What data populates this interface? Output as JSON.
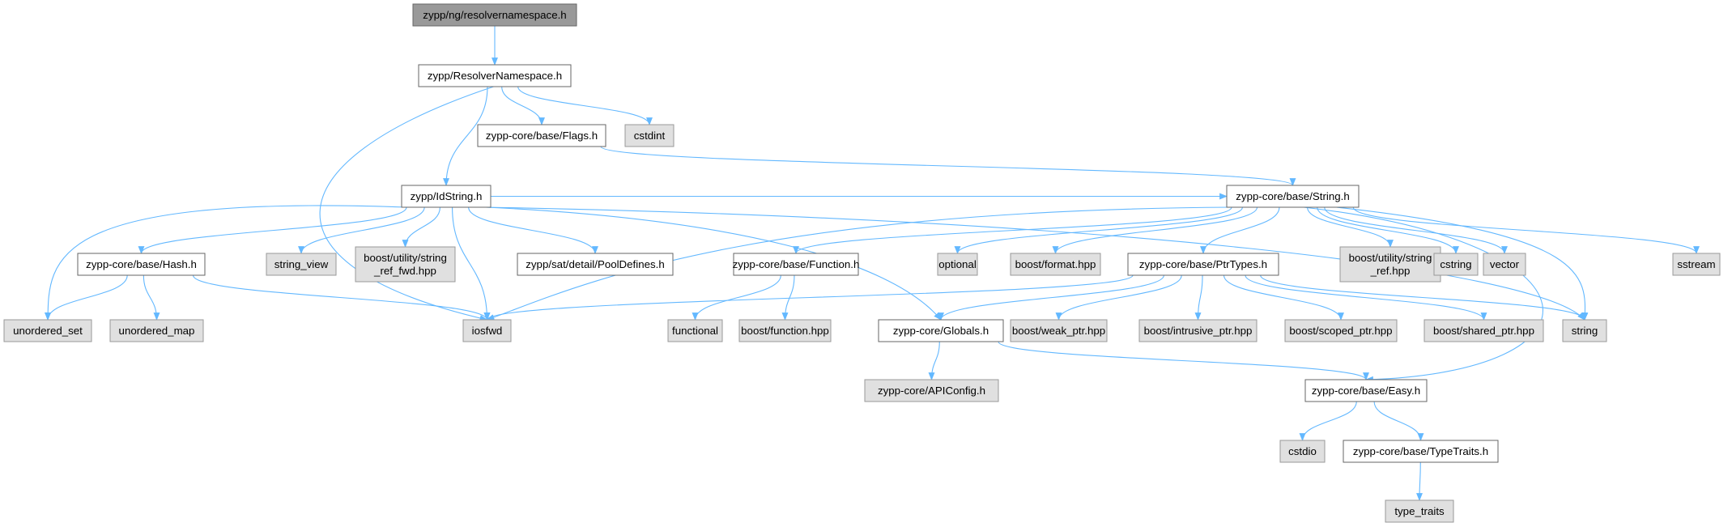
{
  "diagram": {
    "type": "include-dependency-graph",
    "colors": {
      "root_fill": "#999999",
      "root_stroke": "#666666",
      "documented_fill": "#ffffff",
      "documented_stroke": "#666666",
      "external_fill": "#e0e0e0",
      "external_stroke": "#999999",
      "edge": "#63b8ff"
    },
    "nodes": [
      {
        "id": "root",
        "label": "zypp/ng/resolvernamespace.h",
        "kind": "root"
      },
      {
        "id": "resolverns",
        "label": "zypp/ResolverNamespace.h",
        "kind": "documented"
      },
      {
        "id": "flags",
        "label": "zypp-core/base/Flags.h",
        "kind": "documented"
      },
      {
        "id": "cstdint",
        "label": "cstdint",
        "kind": "external"
      },
      {
        "id": "idstring",
        "label": "zypp/IdString.h",
        "kind": "documented"
      },
      {
        "id": "stringh",
        "label": "zypp-core/base/String.h",
        "kind": "documented"
      },
      {
        "id": "hash",
        "label": "zypp-core/base/Hash.h",
        "kind": "documented"
      },
      {
        "id": "string_view",
        "label": "string_view",
        "kind": "external"
      },
      {
        "id": "string_ref_fwd",
        "label": "boost/utility/string\n_ref_fwd.hpp",
        "kind": "external"
      },
      {
        "id": "pooldefines",
        "label": "zypp/sat/detail/PoolDefines.h",
        "kind": "documented"
      },
      {
        "id": "function",
        "label": "zypp-core/base/Function.h",
        "kind": "documented"
      },
      {
        "id": "optional",
        "label": "optional",
        "kind": "external"
      },
      {
        "id": "boost_format",
        "label": "boost/format.hpp",
        "kind": "external"
      },
      {
        "id": "ptrtypes",
        "label": "zypp-core/base/PtrTypes.h",
        "kind": "documented"
      },
      {
        "id": "string_ref",
        "label": "boost/utility/string\n_ref.hpp",
        "kind": "external"
      },
      {
        "id": "cstring",
        "label": "cstring",
        "kind": "external"
      },
      {
        "id": "vector",
        "label": "vector",
        "kind": "external"
      },
      {
        "id": "sstream",
        "label": "sstream",
        "kind": "external"
      },
      {
        "id": "unordered_set",
        "label": "unordered_set",
        "kind": "external"
      },
      {
        "id": "unordered_map",
        "label": "unordered_map",
        "kind": "external"
      },
      {
        "id": "iosfwd",
        "label": "iosfwd",
        "kind": "external"
      },
      {
        "id": "functional",
        "label": "functional",
        "kind": "external"
      },
      {
        "id": "boost_function",
        "label": "boost/function.hpp",
        "kind": "external"
      },
      {
        "id": "globals",
        "label": "zypp-core/Globals.h",
        "kind": "documented"
      },
      {
        "id": "weak_ptr",
        "label": "boost/weak_ptr.hpp",
        "kind": "external"
      },
      {
        "id": "intrusive_ptr",
        "label": "boost/intrusive_ptr.hpp",
        "kind": "external"
      },
      {
        "id": "scoped_ptr",
        "label": "boost/scoped_ptr.hpp",
        "kind": "external"
      },
      {
        "id": "shared_ptr",
        "label": "boost/shared_ptr.hpp",
        "kind": "external"
      },
      {
        "id": "string",
        "label": "string",
        "kind": "external"
      },
      {
        "id": "apiconfig",
        "label": "zypp-core/APIConfig.h",
        "kind": "external"
      },
      {
        "id": "easy",
        "label": "zypp-core/base/Easy.h",
        "kind": "documented"
      },
      {
        "id": "cstdio",
        "label": "cstdio",
        "kind": "external"
      },
      {
        "id": "typetraits",
        "label": "zypp-core/base/TypeTraits.h",
        "kind": "documented"
      },
      {
        "id": "type_traits",
        "label": "type_traits",
        "kind": "external"
      }
    ],
    "edges": [
      [
        "root",
        "resolverns"
      ],
      [
        "resolverns",
        "flags"
      ],
      [
        "resolverns",
        "cstdint"
      ],
      [
        "resolverns",
        "idstring"
      ],
      [
        "resolverns",
        "iosfwd"
      ],
      [
        "flags",
        "stringh"
      ],
      [
        "idstring",
        "hash"
      ],
      [
        "idstring",
        "string_view"
      ],
      [
        "idstring",
        "string_ref_fwd"
      ],
      [
        "idstring",
        "pooldefines"
      ],
      [
        "idstring",
        "iosfwd"
      ],
      [
        "idstring",
        "unordered_set"
      ],
      [
        "idstring",
        "globals"
      ],
      [
        "idstring",
        "string"
      ],
      [
        "idstring",
        "stringh"
      ],
      [
        "hash",
        "unordered_set"
      ],
      [
        "hash",
        "unordered_map"
      ],
      [
        "hash",
        "iosfwd"
      ],
      [
        "stringh",
        "function"
      ],
      [
        "stringh",
        "optional"
      ],
      [
        "stringh",
        "boost_format"
      ],
      [
        "stringh",
        "ptrtypes"
      ],
      [
        "stringh",
        "string_ref"
      ],
      [
        "stringh",
        "cstring"
      ],
      [
        "stringh",
        "vector"
      ],
      [
        "stringh",
        "sstream"
      ],
      [
        "stringh",
        "string"
      ],
      [
        "stringh",
        "iosfwd"
      ],
      [
        "stringh",
        "easy"
      ],
      [
        "function",
        "functional"
      ],
      [
        "function",
        "boost_function"
      ],
      [
        "ptrtypes",
        "iosfwd"
      ],
      [
        "ptrtypes",
        "globals"
      ],
      [
        "ptrtypes",
        "weak_ptr"
      ],
      [
        "ptrtypes",
        "intrusive_ptr"
      ],
      [
        "ptrtypes",
        "scoped_ptr"
      ],
      [
        "ptrtypes",
        "shared_ptr"
      ],
      [
        "ptrtypes",
        "string"
      ],
      [
        "globals",
        "apiconfig"
      ],
      [
        "globals",
        "easy"
      ],
      [
        "easy",
        "cstdio"
      ],
      [
        "easy",
        "typetraits"
      ],
      [
        "typetraits",
        "type_traits"
      ]
    ]
  }
}
